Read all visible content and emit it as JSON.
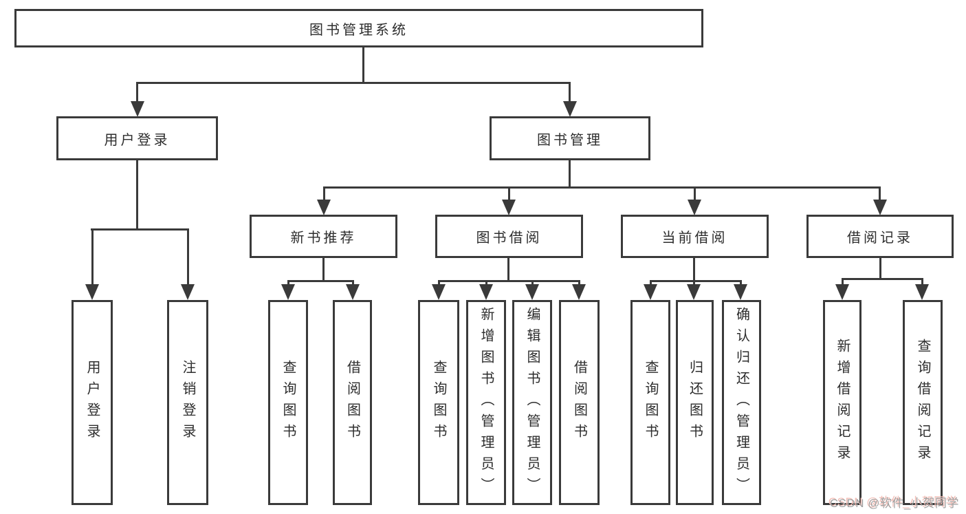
{
  "diagram": {
    "title": "图书管理系统",
    "colors": {
      "line": "#3a3a3a",
      "box_border": "#3a3a3a",
      "text": "#2d2d2d",
      "background": "#ffffff",
      "watermark_gray": "#a0a0a0",
      "watermark_pink": "#f3bdb5"
    },
    "tree": {
      "root": {
        "label": "图书管理系统"
      },
      "level2": [
        {
          "label": "用户登录",
          "children": [
            {
              "label": "用户登录"
            },
            {
              "label": "注销登录"
            }
          ]
        },
        {
          "label": "图书管理",
          "children": [
            {
              "label": "新书推荐",
              "children": [
                {
                  "label": "查询图书"
                },
                {
                  "label": "借阅图书"
                }
              ]
            },
            {
              "label": "图书借阅",
              "children": [
                {
                  "label": "查询图书"
                },
                {
                  "label": "新增图书（管理员）"
                },
                {
                  "label": "编辑图书（管理员）"
                },
                {
                  "label": "借阅图书"
                }
              ]
            },
            {
              "label": "当前借阅",
              "children": [
                {
                  "label": "查询图书"
                },
                {
                  "label": "归还图书"
                },
                {
                  "label": "确认归还（管理员）"
                }
              ]
            },
            {
              "label": "借阅记录",
              "children": [
                {
                  "label": "新增借阅记录"
                },
                {
                  "label": "查询借阅记录"
                }
              ]
            }
          ]
        }
      ]
    },
    "watermark": {
      "text": "CSDN @软件_小贺同学"
    }
  }
}
